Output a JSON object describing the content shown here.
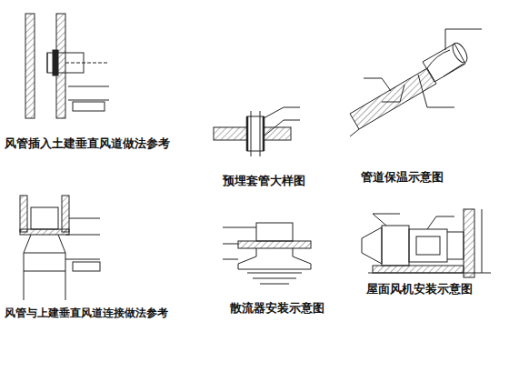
{
  "diagram": {
    "labels": [
      "风管插入土建垂直风道做法参考",
      "预埋套管大样图",
      "管道保温示意图",
      "风管与上建垂直风道连接做法参考",
      "散流器安装示意图",
      "屋面风机安装示意图"
    ]
  }
}
